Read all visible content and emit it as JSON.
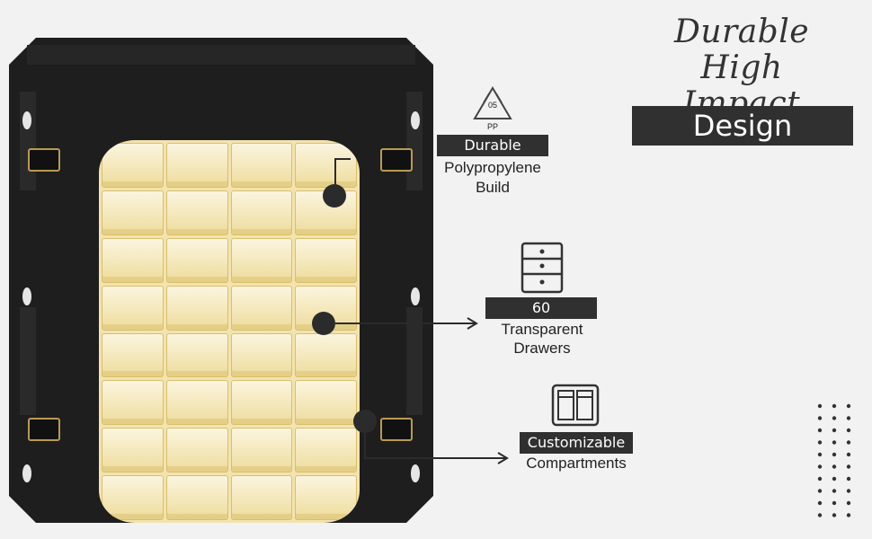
{
  "headline": {
    "line1": "Durable High",
    "line2": "Impact",
    "banner": "Design"
  },
  "features": {
    "material": {
      "icon": "recycle-pp-icon",
      "icon_code": "05",
      "icon_sub": "PP",
      "label": "Durable",
      "line1": "Polypropylene",
      "line2": "Build"
    },
    "drawers": {
      "icon": "drawer-cabinet-icon",
      "label": "60",
      "line1": "Transparent",
      "line2": "Drawers"
    },
    "compartments": {
      "icon": "compartment-icon",
      "label": "Customizable",
      "line1": "Compartments"
    }
  },
  "colors": {
    "dark": "#303030",
    "background": "#f2f2f2",
    "drawer": "#f3e3b0"
  }
}
